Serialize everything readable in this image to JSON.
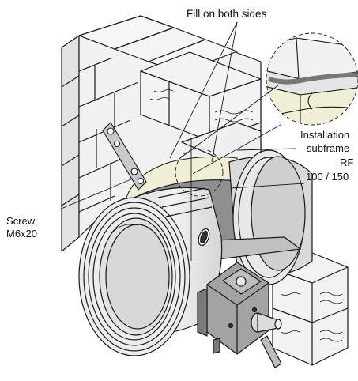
{
  "labels": {
    "fill_both_sides": "Fill on both sides",
    "installation_line1": "Installation",
    "installation_line2": "subframe",
    "installation_line3": "RF",
    "installation_line4": "100 / 150",
    "screw_line1": "Screw",
    "screw_line2": "M6x20"
  },
  "colors": {
    "stroke": "#1a1a1a",
    "brick": "#f2f2f2",
    "brick_side": "#e4e4e4",
    "fill_cream": "#f1eed6",
    "duct_light": "#e9e9e9",
    "duct_mid": "#c9c9c9",
    "band_dark": "#8f8f8f",
    "actuator": "#a3a3a3"
  }
}
